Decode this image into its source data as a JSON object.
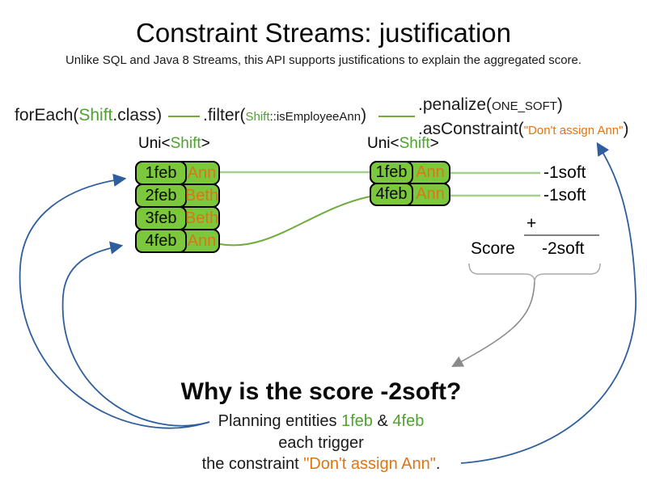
{
  "title": "Constraint Streams: justification",
  "subtitle": "Unlike SQL and Java 8 Streams, this API supports justifications to explain the aggregated score.",
  "code": {
    "foreach": {
      "pre": "forEach(",
      "class_name": "Shift",
      "post": ".class)"
    },
    "filter": {
      "pre": ".filter(",
      "class_name": "Shift",
      "method_ref": "::isEmployeeAnn",
      "post": ")"
    },
    "penalize": {
      "pre": ".penalize(",
      "arg": "ONE_SOFT",
      "post": ")"
    },
    "as_constraint": {
      "pre": ".asConstraint(",
      "string_arg": "\"Don't assign Ann\"",
      "post": ")"
    }
  },
  "streams": {
    "left": {
      "type_label": {
        "pre": "Uni<",
        "class_name": "Shift",
        "post": ">"
      },
      "rows": [
        {
          "date": "1feb",
          "employee": "Ann"
        },
        {
          "date": "2feb",
          "employee": "Beth"
        },
        {
          "date": "3feb",
          "employee": "Beth"
        },
        {
          "date": "4feb",
          "employee": "Ann"
        }
      ]
    },
    "right": {
      "type_label": {
        "pre": "Uni<",
        "class_name": "Shift",
        "post": ">"
      },
      "rows": [
        {
          "date": "1feb",
          "employee": "Ann"
        },
        {
          "date": "4feb",
          "employee": "Ann"
        }
      ]
    }
  },
  "score_panel": {
    "penalties": [
      "-1soft",
      "-1soft"
    ],
    "plus_sign": "+",
    "score_label": "Score",
    "score_value": "-2soft"
  },
  "explanation": {
    "heading": "Why is the score -2soft?",
    "line1": {
      "pre": "Planning entities ",
      "entity1": "1feb",
      "mid": " & ",
      "entity2": "4feb"
    },
    "line2": "each trigger",
    "line3": {
      "pre": "the constraint ",
      "constraint": "\"Don't assign Ann\"",
      "post": "."
    }
  },
  "colors": {
    "class_green": "#4CA32D",
    "employee_orange": "#DE7514",
    "box_fill_green": "#7CC83C",
    "pale_connector_green": "#A6CE8E",
    "mid_connector_green": "#6FAC3C",
    "arrow_blue": "#2E5E9E",
    "sum_line_gray": "#808080",
    "brace_gray": "#ABABAB",
    "arrow_gray": "#8A8A8A"
  }
}
